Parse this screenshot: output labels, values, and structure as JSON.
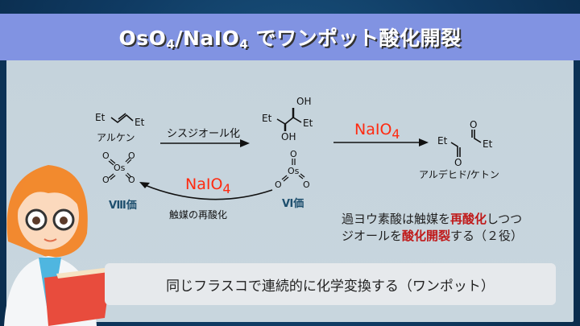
{
  "title": {
    "part1": "OsO",
    "sub1": "4",
    "part2": "/NaIO",
    "sub2": "4",
    "part3": " でワンポット酸化開裂"
  },
  "scheme": {
    "et": "Et",
    "oh": "OH",
    "o": "O",
    "os": "Os",
    "alkene_label": "アルケン",
    "step1_label": "シスジオール化",
    "step2_reagent": "NaIO",
    "step2_sub": "4",
    "product_label": "アルデヒド/ケトン",
    "regen_reagent": "NaIO",
    "regen_sub": "4",
    "regen_label": "触媒の再酸化",
    "os8_label": "Ⅷ価",
    "os6_label": "Ⅵ価"
  },
  "note": {
    "l1a": "過ヨウ素酸は触媒を",
    "l1b": "再酸化",
    "l1c": "しつつ",
    "l2a": "ジオールを",
    "l2b": "酸化開裂",
    "l2c": "する（２役）"
  },
  "bottom_text": "同じフラスコで連続的に化学変換する（ワンポット）",
  "colors": {
    "banner": "#8193e2",
    "reagent": "#ff2a10",
    "emphasis": "#c01a1a",
    "valence": "#1e4f6e"
  }
}
